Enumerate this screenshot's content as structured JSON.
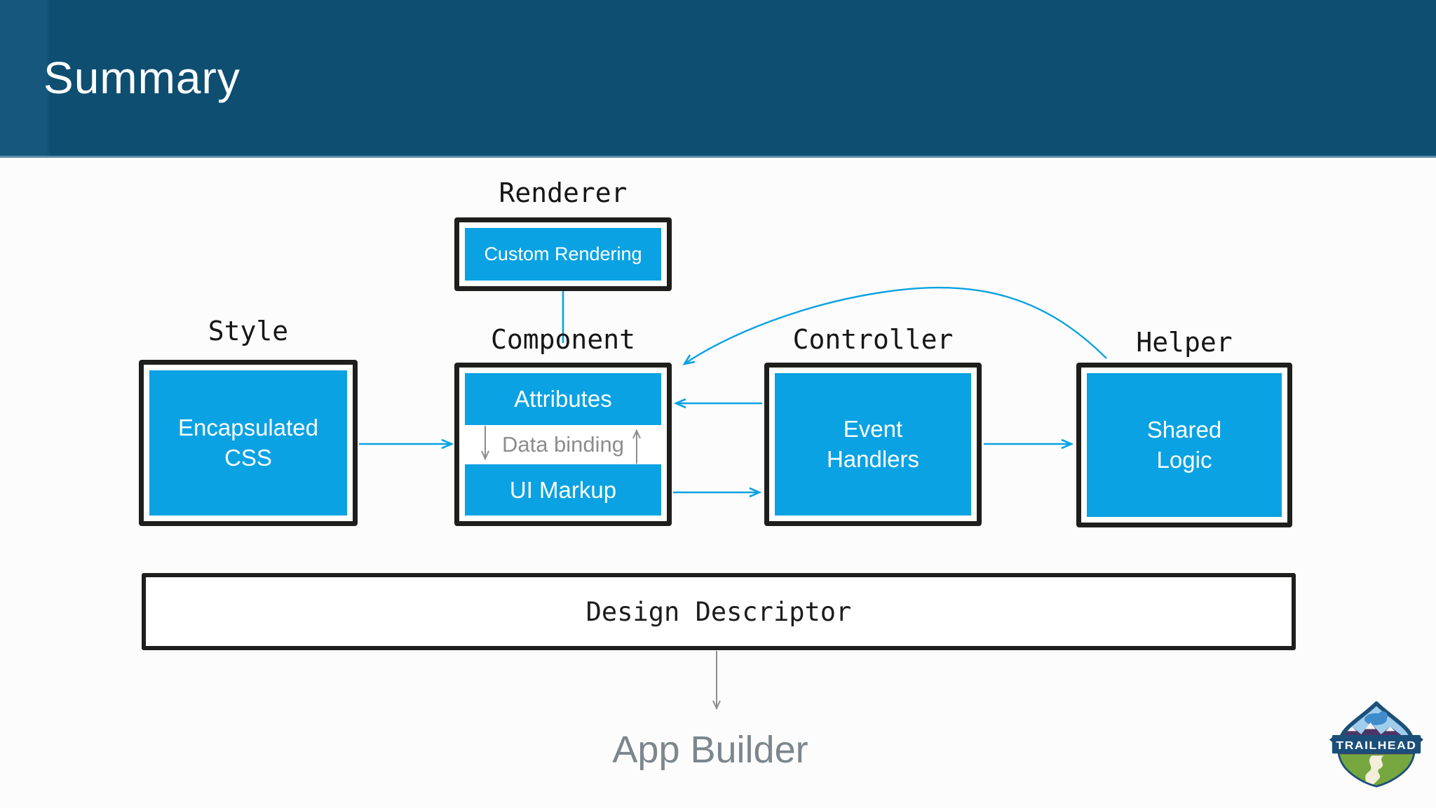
{
  "header": {
    "title": "Summary"
  },
  "diagram": {
    "renderer": {
      "label": "Renderer",
      "value": "Custom Rendering"
    },
    "style": {
      "label": "Style",
      "value": "Encapsulated CSS"
    },
    "component": {
      "label": "Component",
      "attributes": "Attributes",
      "data_binding": "Data binding",
      "ui_markup": "UI Markup"
    },
    "controller": {
      "label": "Controller",
      "value": "Event Handlers"
    },
    "helper": {
      "label": "Helper",
      "value": "Shared Logic"
    },
    "descriptor": {
      "label": "Design Descriptor"
    },
    "app_builder": {
      "label": "App Builder"
    }
  },
  "logo": {
    "text": "TRAILHEAD"
  },
  "colors": {
    "header_bg": "#0d4e71",
    "accent_cyan": "#0aa2e2",
    "box_border": "#1e1e1c",
    "muted_gray": "#8d8d8d",
    "app_builder_text": "#7c868c"
  }
}
